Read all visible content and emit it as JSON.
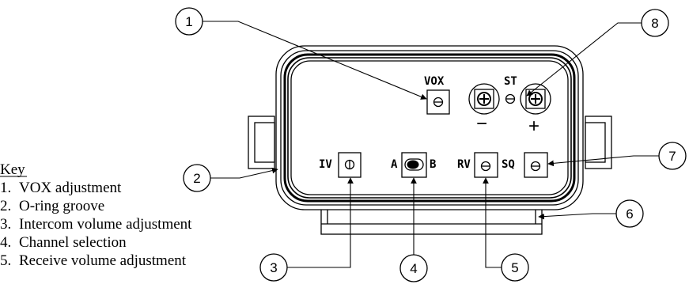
{
  "key": {
    "heading": "Key",
    "items": [
      {
        "num": "1.",
        "text": "VOX adjustment"
      },
      {
        "num": "2.",
        "text": "O-ring groove"
      },
      {
        "num": "3.",
        "text": "Intercom volume adjustment"
      },
      {
        "num": "4.",
        "text": "Channel selection"
      },
      {
        "num": "5.",
        "text": "Receive volume adjustment"
      }
    ]
  },
  "labels": {
    "vox": "VOX",
    "st": "ST",
    "iv": "IV",
    "a": "A",
    "b": "B",
    "rv": "RV",
    "sq": "SQ",
    "minus": "−",
    "plus": "+"
  },
  "callouts": [
    "1",
    "2",
    "3",
    "4",
    "5",
    "6",
    "7",
    "8"
  ]
}
